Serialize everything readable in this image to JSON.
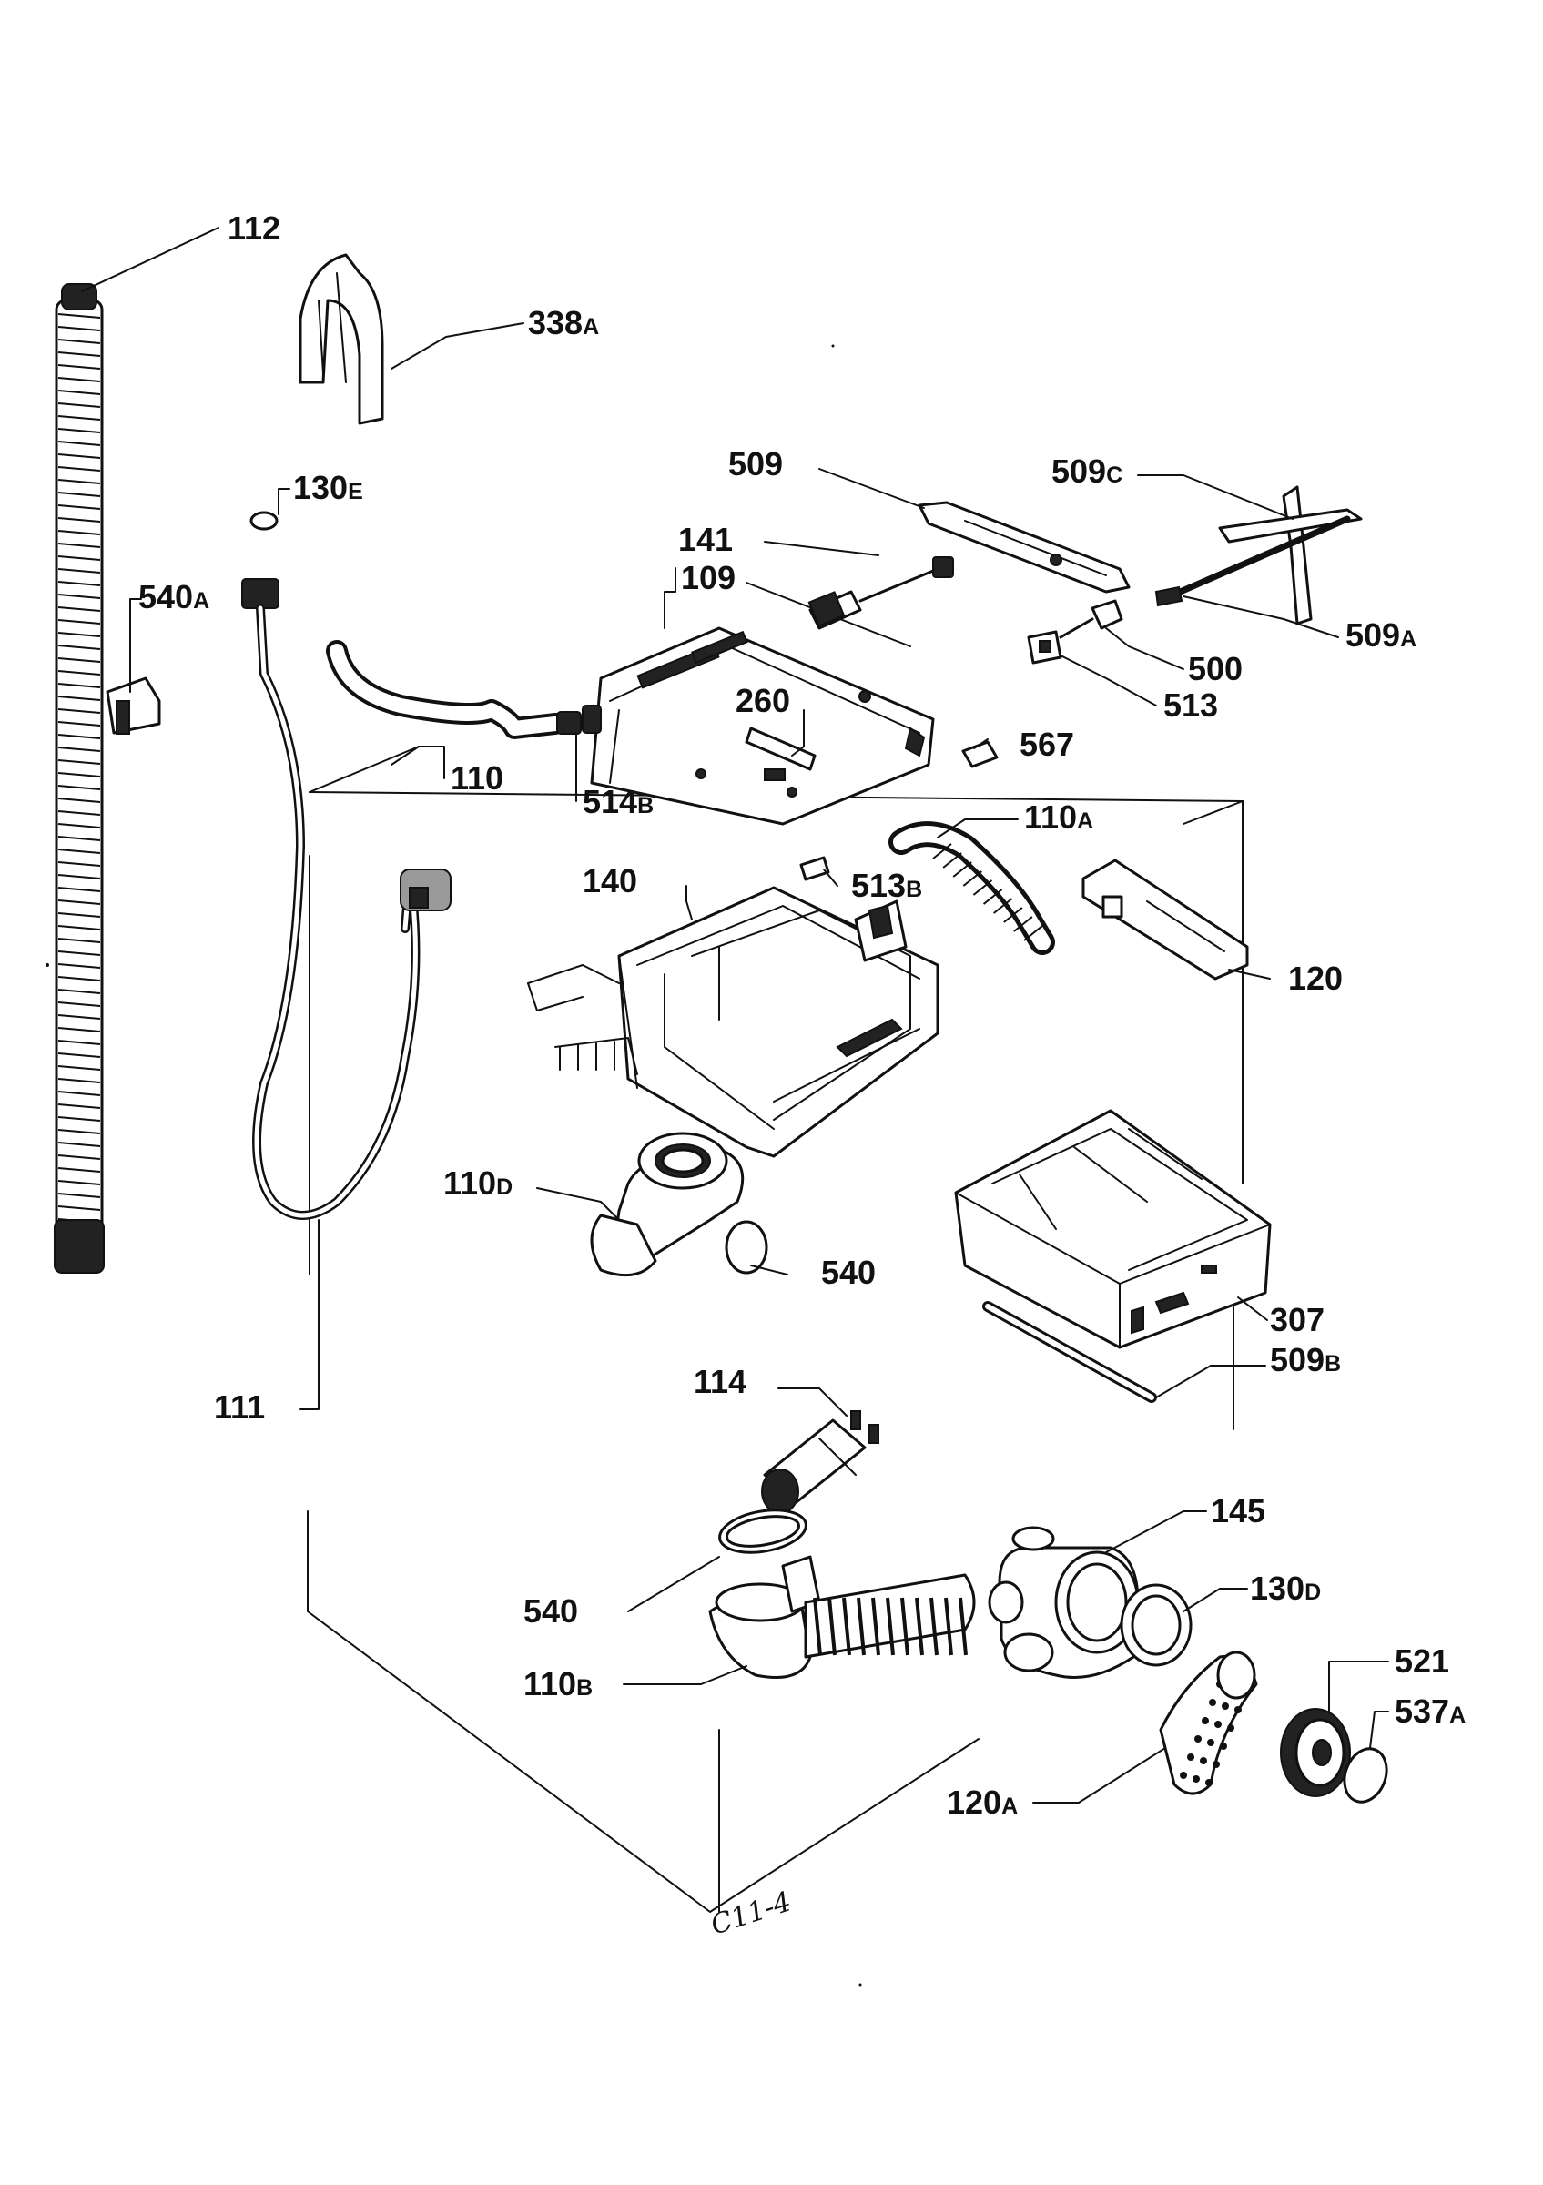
{
  "diagram": {
    "reference_code": "C11-4",
    "parts": [
      {
        "id": "p112",
        "num": "112",
        "suffix": ""
      },
      {
        "id": "p338a",
        "num": "338",
        "suffix": "A"
      },
      {
        "id": "p130e",
        "num": "130",
        "suffix": "E"
      },
      {
        "id": "p540a",
        "num": "540",
        "suffix": "A"
      },
      {
        "id": "p509",
        "num": "509",
        "suffix": ""
      },
      {
        "id": "p509c",
        "num": "509",
        "suffix": "C"
      },
      {
        "id": "p141",
        "num": "141",
        "suffix": ""
      },
      {
        "id": "p109",
        "num": "109",
        "suffix": ""
      },
      {
        "id": "p509a",
        "num": "509",
        "suffix": "A"
      },
      {
        "id": "p500",
        "num": "500",
        "suffix": ""
      },
      {
        "id": "p513",
        "num": "513",
        "suffix": ""
      },
      {
        "id": "p260",
        "num": "260",
        "suffix": ""
      },
      {
        "id": "p567",
        "num": "567",
        "suffix": ""
      },
      {
        "id": "p110",
        "num": "110",
        "suffix": ""
      },
      {
        "id": "p514b",
        "num": "514",
        "suffix": "B"
      },
      {
        "id": "p110a",
        "num": "110",
        "suffix": "A"
      },
      {
        "id": "p140",
        "num": "140",
        "suffix": ""
      },
      {
        "id": "p513b",
        "num": "513",
        "suffix": "B"
      },
      {
        "id": "p120",
        "num": "120",
        "suffix": ""
      },
      {
        "id": "p110d",
        "num": "110",
        "suffix": "D"
      },
      {
        "id": "p540",
        "num": "540",
        "suffix": ""
      },
      {
        "id": "p307",
        "num": "307",
        "suffix": ""
      },
      {
        "id": "p509b",
        "num": "509",
        "suffix": "B"
      },
      {
        "id": "p111",
        "num": "111",
        "suffix": ""
      },
      {
        "id": "p114",
        "num": "114",
        "suffix": ""
      },
      {
        "id": "p145",
        "num": "145",
        "suffix": ""
      },
      {
        "id": "p540b",
        "num": "540",
        "suffix": ""
      },
      {
        "id": "p130d",
        "num": "130",
        "suffix": "D"
      },
      {
        "id": "p110b",
        "num": "110",
        "suffix": "B"
      },
      {
        "id": "p521",
        "num": "521",
        "suffix": ""
      },
      {
        "id": "p537a",
        "num": "537",
        "suffix": "A"
      },
      {
        "id": "p120a",
        "num": "120",
        "suffix": "A"
      }
    ]
  }
}
